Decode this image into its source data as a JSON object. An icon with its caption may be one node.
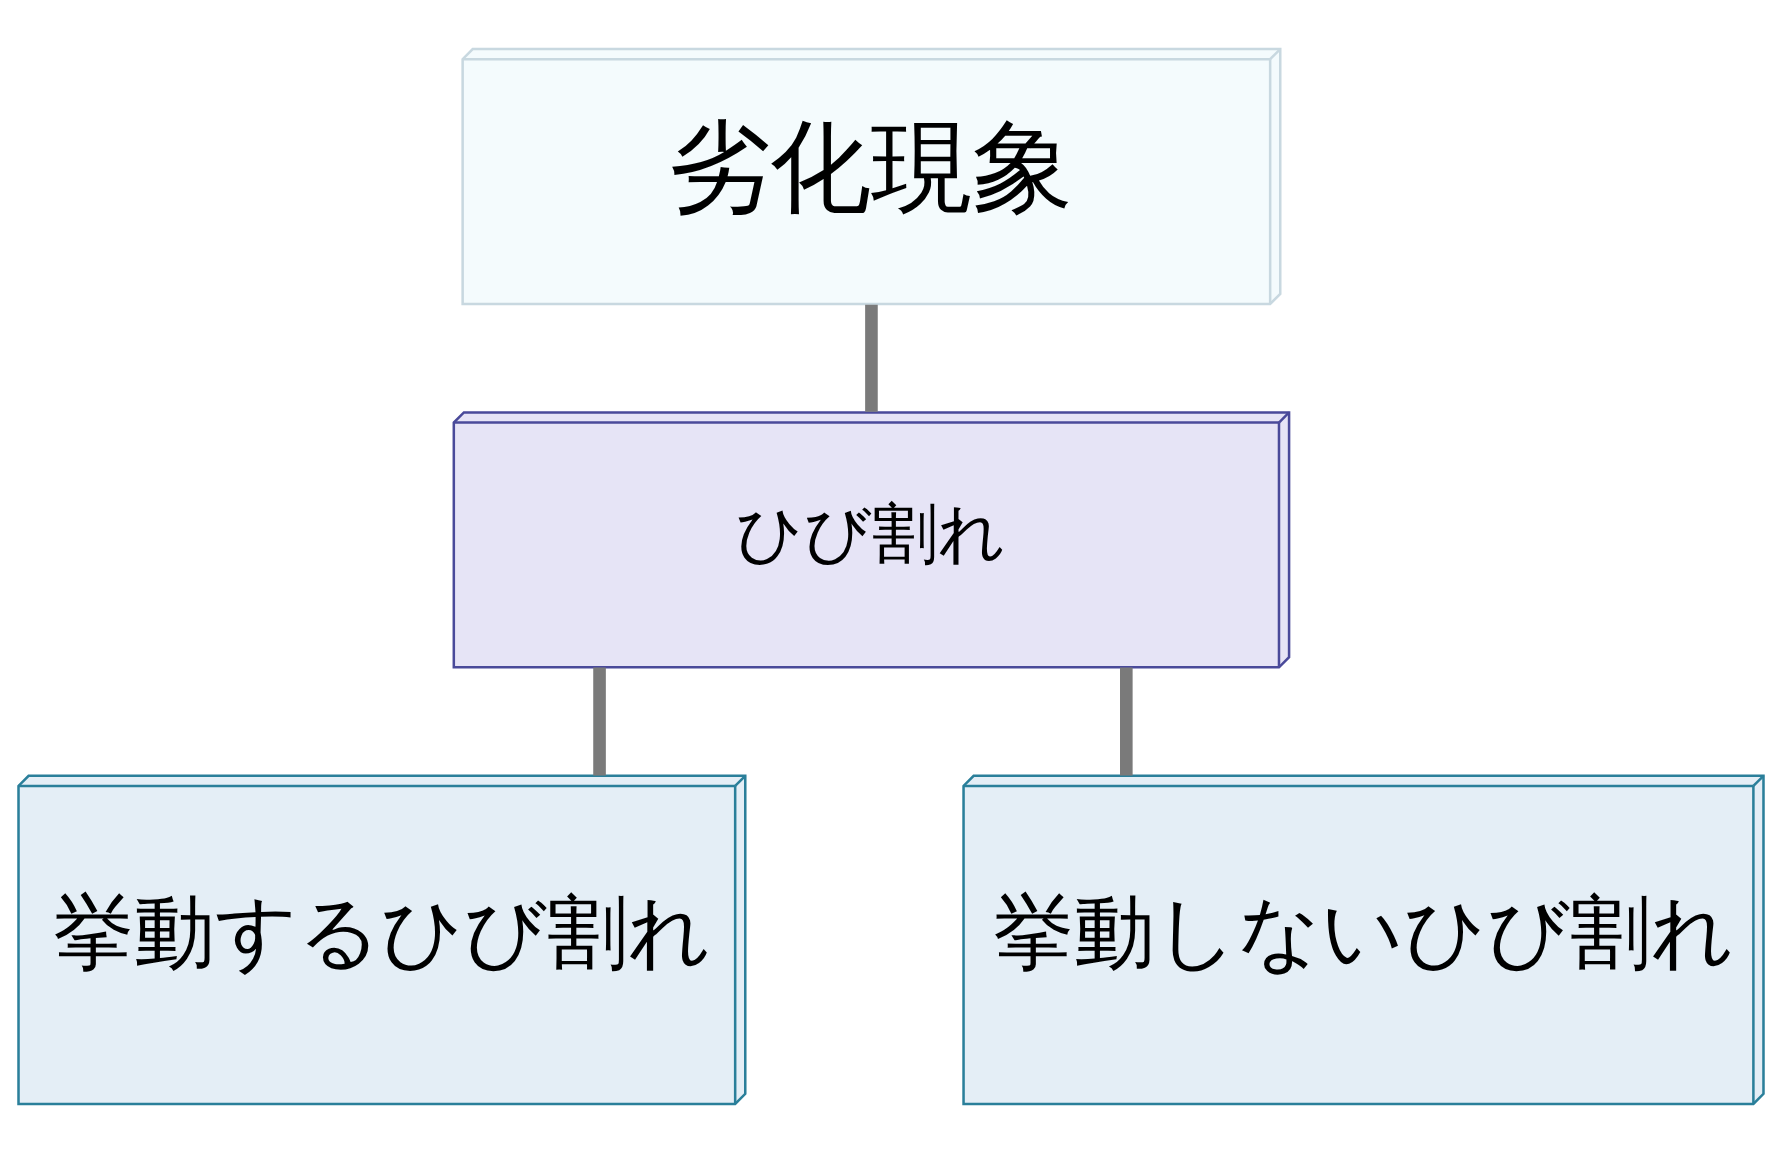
{
  "diagram": {
    "nodes": [
      {
        "text": [
          "劣化現象"
        ]
      },
      {
        "text": [
          "ひび割れ"
        ]
      },
      {
        "text": [
          "挙動するひび割れ"
        ]
      },
      {
        "text": [
          "挙動しないひび割れ"
        ]
      }
    ],
    "edges": [
      {
        "from": 0,
        "to": 1,
        "arrow": "none"
      },
      {
        "from": 1,
        "to": 2,
        "arrow": "none"
      },
      {
        "from": 1,
        "to": 3,
        "arrow": "none"
      }
    ]
  }
}
